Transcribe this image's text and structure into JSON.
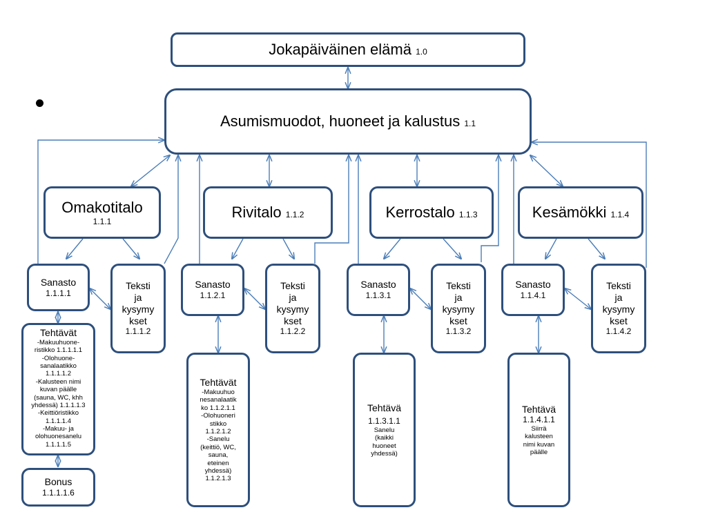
{
  "root": {
    "title": "Jokapäiväinen elämä",
    "code": "1.0"
  },
  "level1": {
    "title": "Asumismuodot, huoneet ja kalustus",
    "code": "1.1"
  },
  "sections": [
    {
      "title": "Omakotitalo",
      "code": "1.1.1",
      "sanasto": {
        "label": "Sanasto",
        "code": "1.1.1.1"
      },
      "teksti": {
        "label": "Teksti\nja\nkysymy\nkset",
        "code": "1.1.1.2"
      },
      "tasks": {
        "title": "Tehtävät",
        "text": "-Makuuhuone-\nristikko 1.1.1.1.1\n-Olohuone-\nsanalaatikko\n1.1.1.1.2\n-Kalusteen nimi\nkuvan päälle\n(sauna, WC, khh\nyhdessä) 1.1.1.1.3\n-Keittiöristikko\n1.1.1.1.4\n-Makuu- ja\nolohuonesanelu\n1.1.1.1.5"
      },
      "bonus": {
        "label": "Bonus",
        "code": "1.1.1.1.6"
      }
    },
    {
      "title": "Rivitalo",
      "code": "1.1.2",
      "sanasto": {
        "label": "Sanasto",
        "code": "1.1.2.1"
      },
      "teksti": {
        "label": "Teksti\nja\nkysymy\nkset",
        "code": "1.1.2.2"
      },
      "tasks": {
        "title": "Tehtävät",
        "text": "-Makuuhuo\nnesanalaatik\nko 1.1.2.1.1\n-Olohuoneri\nstikko\n1.1.2.1.2\n-Sanelu\n(keittiö, WC,\nsauna,\neteinen\nyhdessä)\n1.1.2.1.3"
      }
    },
    {
      "title": "Kerrostalo",
      "code": "1.1.3",
      "sanasto": {
        "label": "Sanasto",
        "code": "1.1.3.1"
      },
      "teksti": {
        "label": "Teksti\nja\nkysymy\nkset",
        "code": "1.1.3.2"
      },
      "tasks": {
        "title": "Tehtävä",
        "code": "1.1.3.1.1",
        "text": "Sanelu\n(kaikki\nhuoneet\nyhdessä)"
      }
    },
    {
      "title": "Kesämökki",
      "code": "1.1.4",
      "sanasto": {
        "label": "Sanasto",
        "code": "1.1.4.1"
      },
      "teksti": {
        "label": "Teksti\nja\nkysymy\nkset",
        "code": "1.1.4.2"
      },
      "tasks": {
        "title": "Tehtävä",
        "code": "1.1.4.1.1",
        "text": "Siirrä\nkalusteen\nnimi kuvan\npäälle"
      }
    }
  ]
}
